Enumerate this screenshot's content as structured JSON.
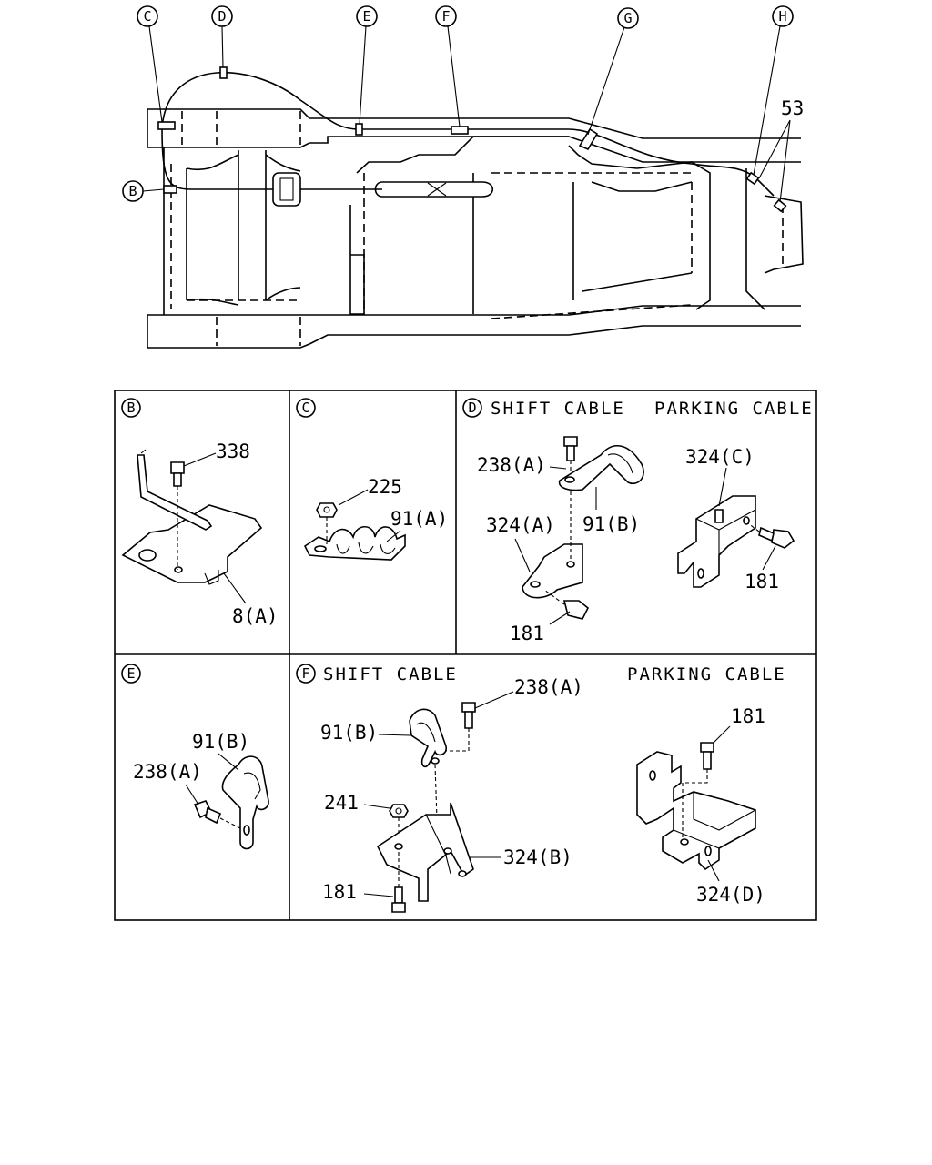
{
  "overview": {
    "callouts": [
      {
        "key": "c",
        "text": "C"
      },
      {
        "key": "d",
        "text": "D"
      },
      {
        "key": "e",
        "text": "E"
      },
      {
        "key": "f",
        "text": "F"
      },
      {
        "key": "g",
        "text": "G"
      },
      {
        "key": "h",
        "text": "H"
      },
      {
        "key": "b",
        "text": "B"
      }
    ],
    "part_53": "53"
  },
  "panels": {
    "b": {
      "letter": "B",
      "labels": {
        "bolt": "338",
        "bracket": "8(A)"
      }
    },
    "c": {
      "letter": "C",
      "labels": {
        "nut": "225",
        "clip": "91(A)"
      }
    },
    "d": {
      "letter": "D",
      "title_left": "SHIFT CABLE",
      "title_right": "PARKING CABLE",
      "labels": {
        "bolt_top": "238(A)",
        "clip": "91(B)",
        "bracket_a": "324(A)",
        "bolt_bottom": "181",
        "bracket_c": "324(C)",
        "bolt_right": "181"
      }
    },
    "e": {
      "letter": "E",
      "labels": {
        "clip": "91(B)",
        "bolt": "238(A)"
      }
    },
    "f": {
      "letter": "F",
      "title_left": "SHIFT CABLE",
      "title_right": "PARKING CABLE",
      "labels": {
        "bolt_top": "238(A)",
        "clip": "91(B)",
        "nut": "241",
        "bracket_b": "324(B)",
        "bolt_bottom": "181",
        "bolt_right": "181",
        "bracket_d": "324(D)"
      }
    }
  }
}
